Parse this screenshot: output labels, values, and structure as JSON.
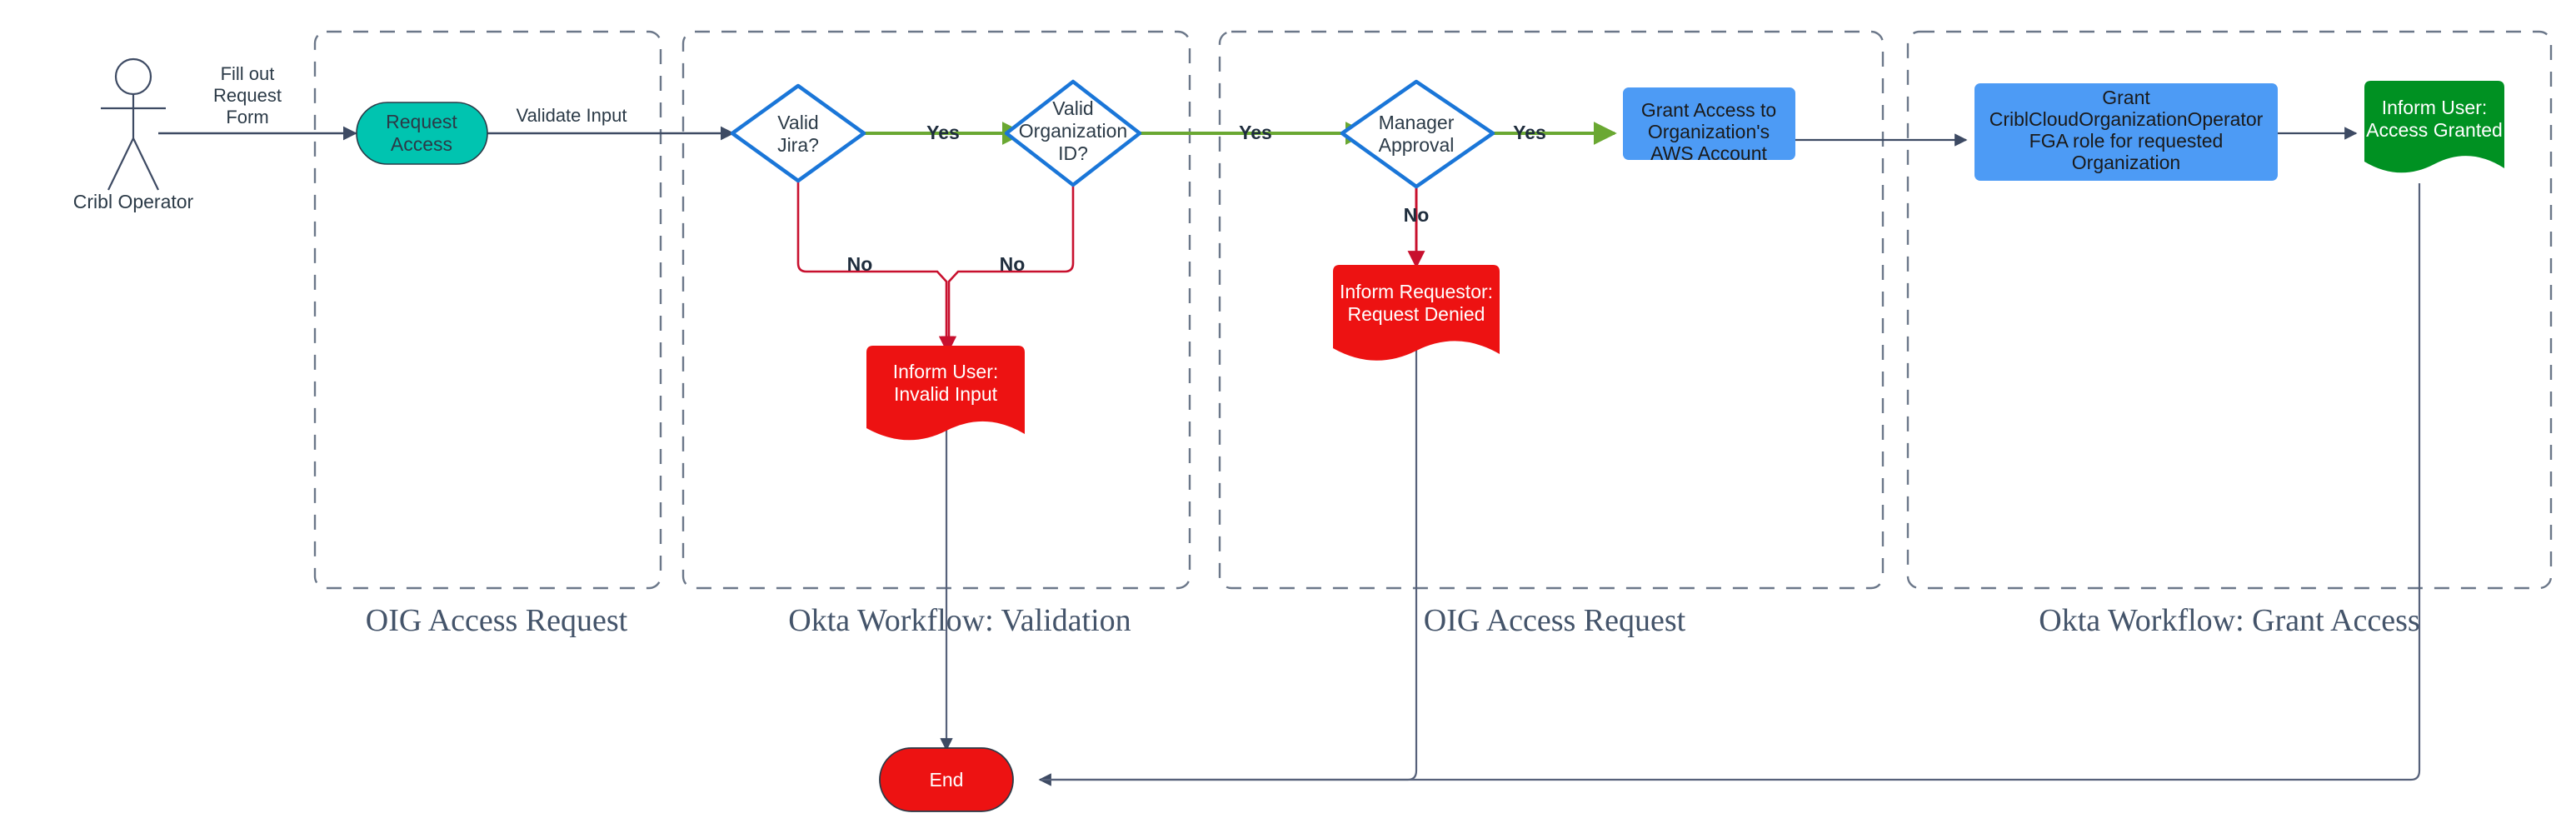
{
  "diagram": {
    "title": "OIG Access Request / Okta Workflow flowchart",
    "colors": {
      "teal": "#00c4b0",
      "blue_fill": "#4d9bf5",
      "blue_stroke": "#1a76d8",
      "red": "#ed1212",
      "green": "#009122",
      "edge_green": "#6aa832",
      "edge_red": "#c8102e",
      "edge_gray": "#56617a",
      "dash_gray": "#6b7789",
      "text_dark": "#2b3a47",
      "group_title": "#44546a"
    },
    "actor": {
      "name": "Cribl Operator",
      "icon": "stick-figure-icon"
    },
    "groups": [
      {
        "id": "g1",
        "title": "OIG Access Request"
      },
      {
        "id": "g2",
        "title": "Okta Workflow: Validation"
      },
      {
        "id": "g3",
        "title": "OIG Access Request"
      },
      {
        "id": "g4",
        "title": "Okta Workflow: Grant Access"
      }
    ],
    "nodes": [
      {
        "id": "request-access",
        "shape": "stadium",
        "color": "teal",
        "lines": [
          "Request",
          "Access"
        ]
      },
      {
        "id": "valid-jira",
        "shape": "diamond",
        "color": "white-blue",
        "lines": [
          "Valid",
          "Jira?"
        ]
      },
      {
        "id": "valid-org-id",
        "shape": "diamond",
        "color": "white-blue",
        "lines": [
          "Valid",
          "Organization",
          "ID?"
        ]
      },
      {
        "id": "inform-user-invalid-input",
        "shape": "document",
        "color": "red",
        "lines": [
          "Inform User:",
          "Invalid Input"
        ]
      },
      {
        "id": "manager-approval",
        "shape": "diamond",
        "color": "white-blue",
        "lines": [
          "Manager",
          "Approval"
        ]
      },
      {
        "id": "inform-requestor-denied",
        "shape": "document",
        "color": "red",
        "lines": [
          "Inform Requestor:",
          "Request Denied"
        ]
      },
      {
        "id": "grant-access-aws",
        "shape": "rect",
        "color": "blue",
        "lines": [
          "Grant Access to",
          "Organization's",
          "AWS Account"
        ]
      },
      {
        "id": "grant-fga-role",
        "shape": "rect",
        "color": "blue",
        "lines": [
          "Grant",
          "CriblCloudOrganizationOperator",
          "FGA role for requested",
          "Organization"
        ]
      },
      {
        "id": "inform-user-granted",
        "shape": "document",
        "color": "green",
        "lines": [
          "Inform User:",
          "Access Granted"
        ]
      },
      {
        "id": "end",
        "shape": "stadium",
        "color": "red",
        "lines": [
          "End"
        ]
      }
    ],
    "edges": [
      {
        "id": "e-actor-request",
        "from": "Cribl Operator",
        "to": "Request Access",
        "label_lines": [
          "Fill out",
          "Request",
          "Form"
        ],
        "style": "gray"
      },
      {
        "id": "e-request-jira",
        "from": "Request Access",
        "to": "Valid Jira?",
        "label_lines": [
          "Validate Input"
        ],
        "style": "gray"
      },
      {
        "id": "e-jira-yes",
        "from": "Valid Jira?",
        "to": "Valid Organization ID?",
        "label_lines": [
          "Yes"
        ],
        "style": "green"
      },
      {
        "id": "e-jira-no",
        "from": "Valid Jira?",
        "to": "Inform User: Invalid Input",
        "label_lines": [
          "No"
        ],
        "style": "red"
      },
      {
        "id": "e-org-no",
        "from": "Valid Organization ID?",
        "to": "Inform User: Invalid Input",
        "label_lines": [
          "No"
        ],
        "style": "red"
      },
      {
        "id": "e-org-yes",
        "from": "Valid Organization ID?",
        "to": "Manager Approval",
        "label_lines": [
          "Yes"
        ],
        "style": "green"
      },
      {
        "id": "e-manager-no",
        "from": "Manager Approval",
        "to": "Inform Requestor: Request Denied",
        "label_lines": [
          "No"
        ],
        "style": "red"
      },
      {
        "id": "e-manager-yes",
        "from": "Manager Approval",
        "to": "Grant Access to Organization's AWS Account",
        "label_lines": [
          "Yes"
        ],
        "style": "green"
      },
      {
        "id": "e-aws-fga",
        "from": "Grant Access to Organization's AWS Account",
        "to": "Grant CriblCloudOrganizationOperator FGA role for requested Organization",
        "label_lines": [],
        "style": "gray"
      },
      {
        "id": "e-fga-granted",
        "from": "Grant CriblCloudOrganizationOperator FGA role",
        "to": "Inform User: Access Granted",
        "label_lines": [],
        "style": "gray"
      },
      {
        "id": "e-invalid-end",
        "from": "Inform User: Invalid Input",
        "to": "End",
        "label_lines": [],
        "style": "gray"
      },
      {
        "id": "e-denied-end",
        "from": "Inform Requestor: Request Denied",
        "to": "End",
        "label_lines": [],
        "style": "gray"
      },
      {
        "id": "e-granted-end",
        "from": "Inform User: Access Granted",
        "to": "End",
        "label_lines": [],
        "style": "gray"
      }
    ]
  }
}
